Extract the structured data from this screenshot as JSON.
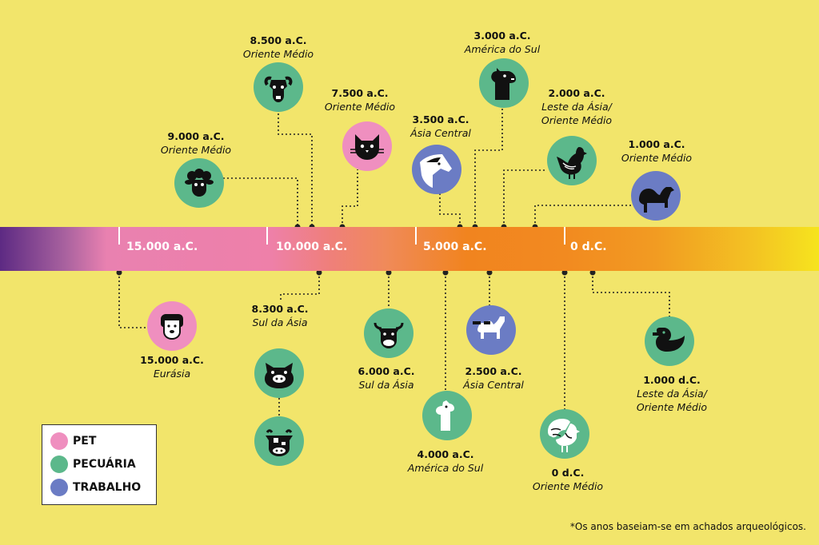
{
  "band": {
    "labels": [
      "15.000 a.C.",
      "10.000 a.C.",
      "5.000 a.C.",
      "0 d.C."
    ]
  },
  "entries": [
    {
      "animal": "dog-icon",
      "year": "15.000 a.C.",
      "region": "Eurásia",
      "category": "pet"
    },
    {
      "animal": "sheep-icon",
      "year": "9.000 a.C.",
      "region": "Oriente Médio",
      "category": "livestock"
    },
    {
      "animal": "goat-icon",
      "year": "8.500 a.C.",
      "region": "Oriente Médio",
      "category": "livestock"
    },
    {
      "animal": "pig-icon",
      "year": "8.300 a.C.",
      "region": "Sul da Ásia",
      "category": "livestock"
    },
    {
      "animal": "cow-icon",
      "year": "",
      "region": "",
      "category": "livestock"
    },
    {
      "animal": "cat-icon",
      "year": "7.500 a.C.",
      "region": "Oriente Médio",
      "category": "pet"
    },
    {
      "animal": "bull-icon",
      "year": "6.000 a.C.",
      "region": "Sul da Ásia",
      "category": "livestock"
    },
    {
      "animal": "alpaca-icon",
      "year": "4.000 a.C.",
      "region": "América do Sul",
      "category": "livestock"
    },
    {
      "animal": "horse-icon",
      "year": "3.500 a.C.",
      "region": "Ásia Central",
      "category": "work"
    },
    {
      "animal": "llama-icon",
      "year": "3.000 a.C.",
      "region": "América do Sul",
      "category": "livestock"
    },
    {
      "animal": "bactrian-camel-icon",
      "year": "2.500 a.C.",
      "region": "Ásia Central",
      "category": "work"
    },
    {
      "animal": "chicken-icon",
      "year": "2.000 a.C.",
      "region": "Leste da Ásia/ Oriente Médio",
      "category": "livestock"
    },
    {
      "animal": "camel-icon",
      "year": "1.000 a.C.",
      "region": "Oriente Médio",
      "category": "work"
    },
    {
      "animal": "turkey-icon",
      "year": "0 d.C.",
      "region": "Oriente Médio",
      "category": "livestock"
    },
    {
      "animal": "duck-icon",
      "year": "1.000 d.C.",
      "region": "Leste da Ásia/ Oriente Médio",
      "category": "livestock"
    }
  ],
  "legend": {
    "items": [
      {
        "label": "PET",
        "color": "#ef8fbf"
      },
      {
        "label": "PECUÁRIA",
        "color": "#5cb88b"
      },
      {
        "label": "TRABALHO",
        "color": "#6b7cc4"
      }
    ]
  },
  "footnote": "*Os anos baseiam-se em achados arqueológicos.",
  "colors": {
    "pet": "#ef8fbf",
    "livestock": "#5cb88b",
    "work": "#6b7cc4",
    "background": "#f2e56b"
  }
}
